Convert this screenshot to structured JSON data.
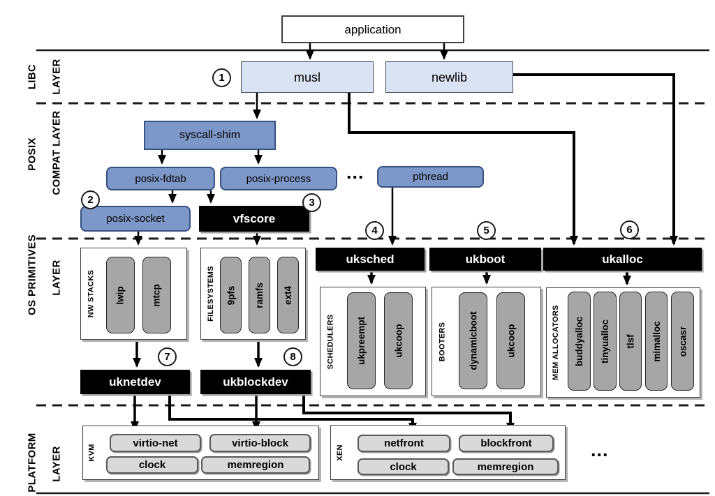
{
  "layer_labels": {
    "libc": [
      "LIBC",
      "LAYER"
    ],
    "posix": [
      "POSIX",
      "COMPAT LAYER"
    ],
    "os": [
      "OS PRIMITIVES",
      "LAYER"
    ],
    "platform": [
      "PLATFORM",
      "LAYER"
    ]
  },
  "nodes": {
    "application": "application",
    "musl": "musl",
    "newlib": "newlib",
    "syscall_shim": "syscall-shim",
    "posix_fdtab": "posix-fdtab",
    "posix_process": "posix-process",
    "pthread": "pthread",
    "posix_socket": "posix-socket",
    "vfscore": "vfscore",
    "uksched": "uksched",
    "ukboot": "ukboot",
    "ukalloc": "ukalloc",
    "uknetdev": "uknetdev",
    "ukblockdev": "ukblockdev"
  },
  "groups": {
    "nw_stacks": {
      "label": "NW STACKS",
      "items": [
        "lwip",
        "mtcp"
      ]
    },
    "filesystems": {
      "label": "FILESYSTEMS",
      "items": [
        "9pfs",
        "ramfs",
        "ext4"
      ]
    },
    "schedulers": {
      "label": "SCHEDULERS",
      "items": [
        "ukpreempt",
        "ukcoop"
      ]
    },
    "booters": {
      "label": "BOOTERS",
      "items": [
        "dynamicboot",
        "ukcoop"
      ]
    },
    "mem_allocators": {
      "label": "MEM ALLOCATORS",
      "items": [
        "buddyalloc",
        "tinyualloc",
        "tlsf",
        "mimalloc",
        "oscasr"
      ]
    },
    "kvm": {
      "label": "KVM",
      "items": [
        "virtio-net",
        "virtio-block",
        "clock",
        "memregion"
      ]
    },
    "xen": {
      "label": "XEN",
      "items": [
        "netfront",
        "blockfront",
        "clock",
        "memregion"
      ]
    }
  },
  "callouts": [
    "1",
    "2",
    "3",
    "4",
    "5",
    "6",
    "7",
    "8"
  ],
  "posix_more": "...",
  "platform_more": "...",
  "colors": {
    "libc_box_fill": "#dae3f3",
    "posix_box_fill": "#7d97c8",
    "core_box_fill": "#000000",
    "impl_pill_fill": "#a6a6a6",
    "platform_pill_fill": "#d9d9d9"
  }
}
